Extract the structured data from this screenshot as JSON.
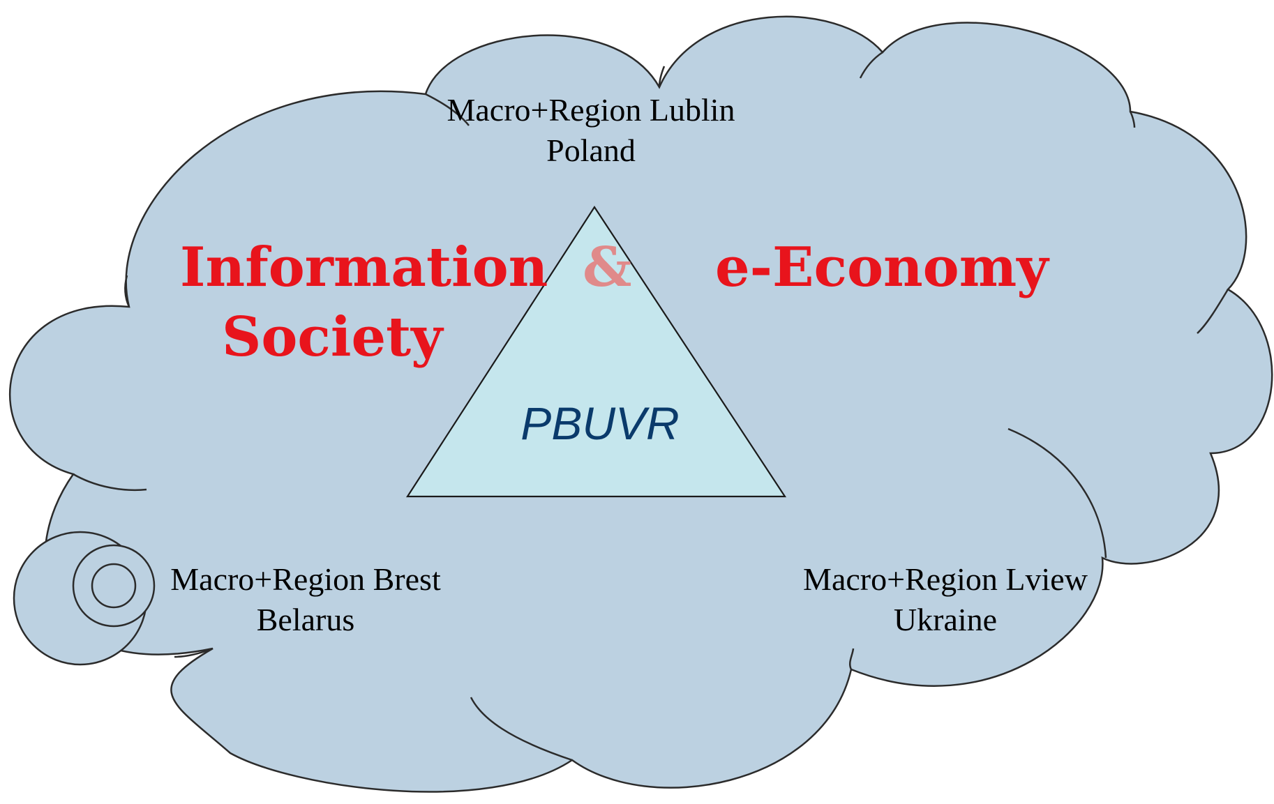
{
  "colors": {
    "cloud_fill": "#bcd1e1",
    "cloud_stroke": "#2b2b2b",
    "triangle_fill": "#c5e6ed",
    "headline_red": "#e8141c",
    "ampersand_red": "#e08a8a",
    "center_text": "#0a3a6b"
  },
  "headline": {
    "line1_left": "Information",
    "ampersand": "&",
    "line1_right": "e-Economy",
    "line2_left": "Society"
  },
  "center": {
    "label": "PBUVR"
  },
  "regions": {
    "top": {
      "line1": "Macro+Region Lublin",
      "line2": "Poland"
    },
    "left": {
      "line1": "Macro+Region Brest",
      "line2": "Belarus"
    },
    "right": {
      "line1": "Macro+Region Lview",
      "line2": "Ukraine"
    }
  }
}
